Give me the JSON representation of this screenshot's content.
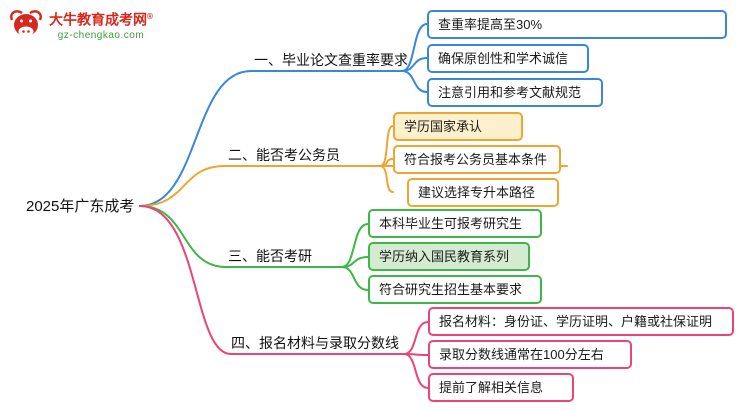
{
  "page": {
    "background": "#ffffff"
  },
  "logo": {
    "title": "大牛教育成考网",
    "reg_mark": "®",
    "url": "gz-chengkao.com",
    "brand_color": "#d6281e",
    "url_color": "#3aa03a"
  },
  "root": {
    "label": "2025年广东成考"
  },
  "branches": [
    {
      "label": "一、毕业论文查重率要求",
      "color": "#3987d8",
      "children": [
        "查重率提高至30%",
        "确保原创性和学术诚信",
        "注意引用和参考文献规范"
      ]
    },
    {
      "label": "二、能否考公务员",
      "color": "#efa531",
      "children": [
        "学历国家承认",
        "符合报考公务员基本条件",
        "建议选择专升本路径"
      ]
    },
    {
      "label": "三、能否考研",
      "color": "#3eb648",
      "children": [
        "本科毕业生可报考研究生",
        "学历纳入国民教育系列",
        "符合研究生招生基本要求"
      ]
    },
    {
      "label": "四、报名材料与录取分数线",
      "color": "#ec4477",
      "children": [
        "报名材料：身份证、学历证明、户籍或社保证明",
        "录取分数线通常在100分左右",
        "提前了解相关信息"
      ]
    }
  ]
}
